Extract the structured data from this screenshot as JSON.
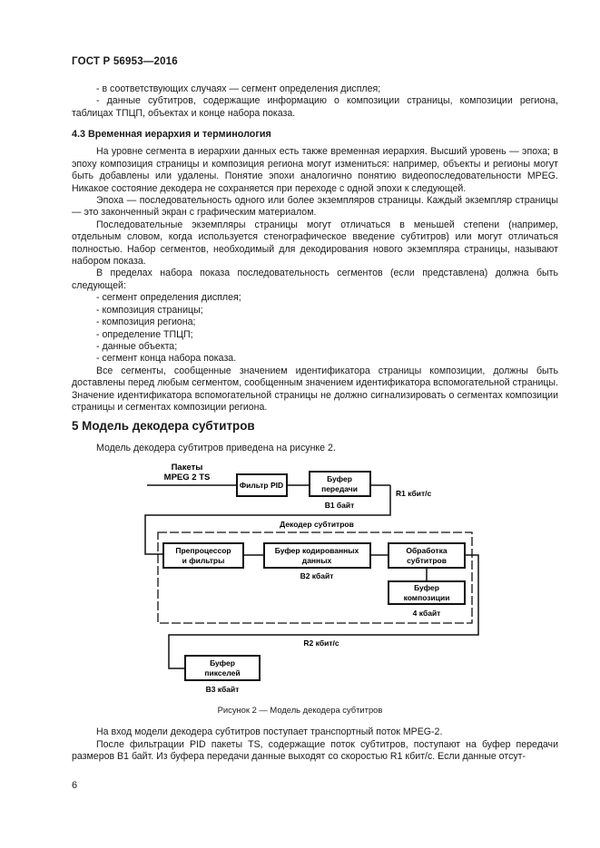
{
  "header": "ГОСТ Р 56953—2016",
  "top_items": [
    "- в соответствующих случаях — сегмент определения дисплея;",
    "- данные субтитров, содержащие информацию о композиции страницы, композиции региона, таблицах ТПЦП, объектах и конце набора показа."
  ],
  "section_4_3": {
    "title": "4.3 Временная иерархия и терминология",
    "paragraphs": [
      "На уровне сегмента в иерархии данных есть также временная иерархия. Высший уровень — эпоха; в эпоху композиция страницы и композиция региона могут измениться: например, объекты и регионы могут быть добавлены или удалены. Понятие эпохи аналогично понятию видеопоследовательности MPEG. Никакое состояние декодера не сохраняется при переходе с одной эпохи к следующей.",
      "Эпоха — последовательность одного или более экземпляров страницы. Каждый экземпляр страницы — это законченный экран с графическим материалом.",
      "Последовательные экземпляры страницы могут отличаться в меньшей степени (например, отдельным словом, когда используется стенографическое введение субтитров) или могут отличаться полностью. Набор сегментов, необходимый для декодирования нового экземпляра страницы, называют набором показа.",
      "В пределах набора показа последовательность сегментов (если представлена) должна быть следующей:"
    ],
    "list": [
      "- сегмент определения дисплея;",
      "- композиция страницы;",
      "- композиция региона;",
      "- определение ТПЦП;",
      "- данные объекта;",
      "- сегмент конца набора показа."
    ],
    "closing": "Все сегменты, сообщенные значением идентификатора страницы композиции, должны быть доставлены перед любым сегментом, сообщенным значением идентификатора вспомогательной страницы. Значение идентификатора вспомогательной страницы не должно сигнализировать о сегментах композиции страницы и сегментах композиции региона."
  },
  "section_5": {
    "title": "5 Модель декодера субтитров",
    "intro": "Модель декодера субтитров приведена на рисунке 2."
  },
  "diagram": {
    "input_label_1": "Пакеты",
    "input_label_2": "MPEG 2 TS",
    "pid_filter": "Фильтр PID",
    "tx_buffer_1": "Буфер",
    "tx_buffer_2": "передачи",
    "b1": "В1 байт",
    "r1": "R1 кбит/с",
    "decoder": "Декодер субтитров",
    "preproc_1": "Препроцессор",
    "preproc_2": "и фильтры",
    "coded_buf_1": "Буфер кодированных",
    "coded_buf_2": "данных",
    "b2": "В2 кбайт",
    "processing_1": "Обработка",
    "processing_2": "субтитров",
    "comp_buf_1": "Буфер",
    "comp_buf_2": "композиции",
    "kb4": "4 кбайт",
    "r2": "R2 кбит/с",
    "pixel_buf_1": "Буфер",
    "pixel_buf_2": "пикселей",
    "b3": "В3 кбайт"
  },
  "caption": "Рисунок 2 — Модель декодера субтитров",
  "bottom_paragraphs": [
    "На вход модели декодера субтитров поступает транспортный поток MPEG-2.",
    "После фильтрации PID пакеты TS, содержащие поток субтитров, поступают на буфер передачи размеров В1 байт. Из буфера передачи данные выходят со скоростью R1 кбит/с. Если данные отсут-"
  ],
  "page_number": "6"
}
